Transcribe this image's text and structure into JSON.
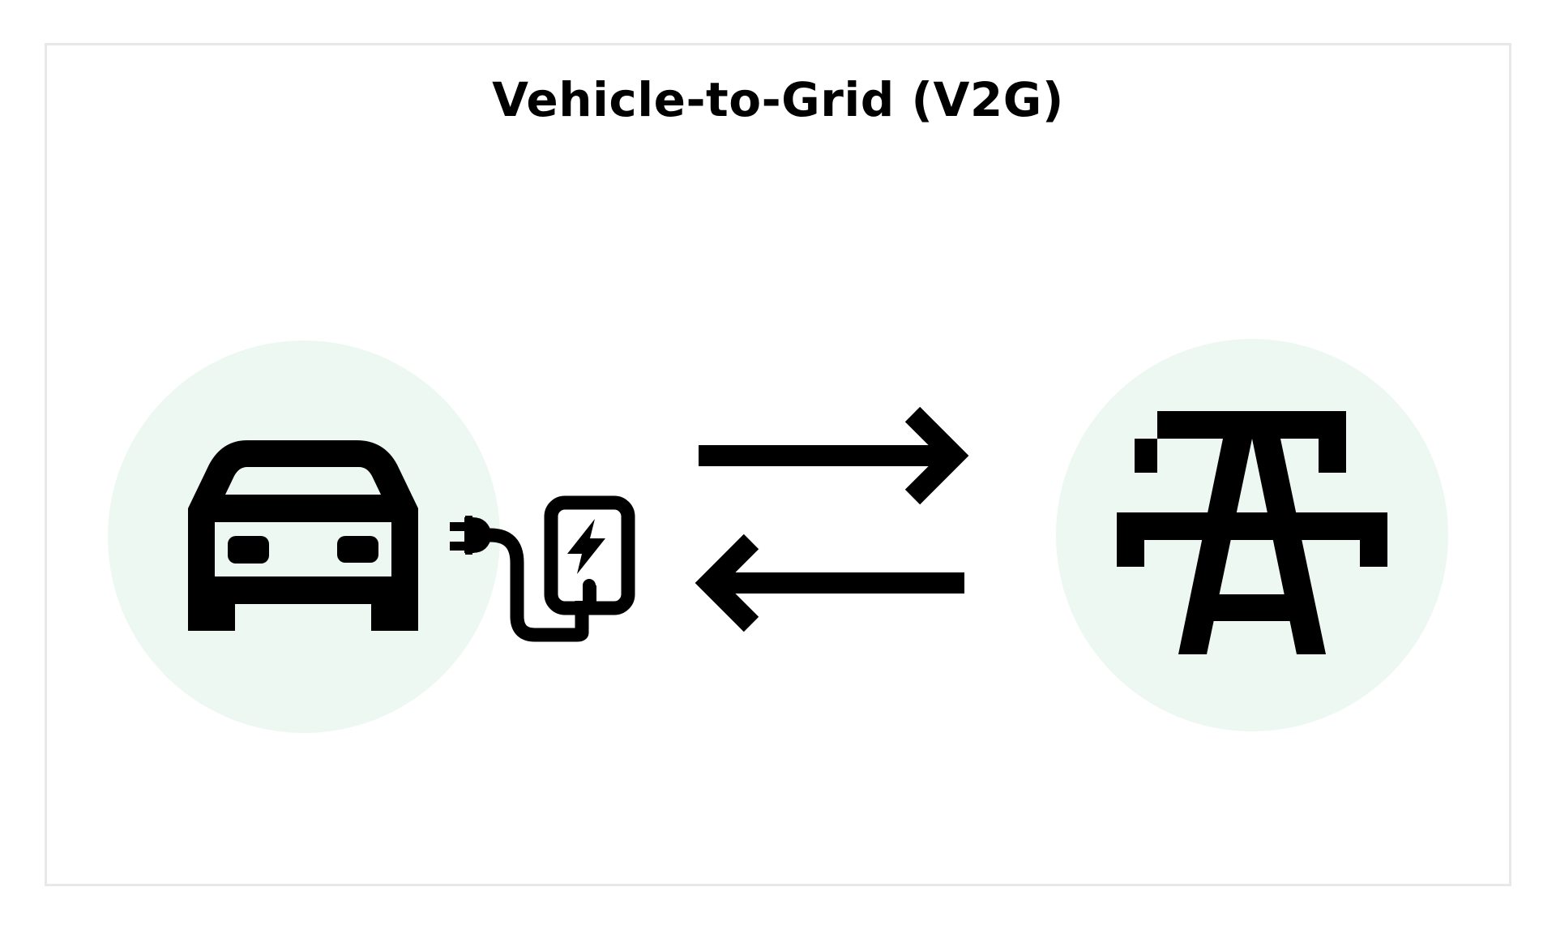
{
  "diagram": {
    "title": "Vehicle-to-Grid (V2G)",
    "nodes": [
      {
        "id": "vehicle",
        "icon": "electric-car-icon"
      },
      {
        "id": "charger",
        "icon": "ev-charger-icon"
      },
      {
        "id": "grid",
        "icon": "power-pylon-icon"
      }
    ],
    "edges": [
      {
        "from": "vehicle",
        "to": "grid",
        "icon": "arrow-right-icon"
      },
      {
        "from": "grid",
        "to": "vehicle",
        "icon": "arrow-left-icon"
      }
    ]
  },
  "colors": {
    "circle": "#edf8f2",
    "ink": "#000000",
    "border": "#e8e8e8"
  }
}
